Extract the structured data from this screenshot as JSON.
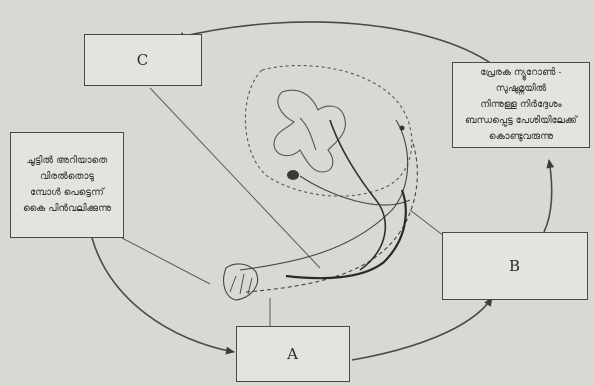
{
  "boxes": {
    "a": {
      "label": "A"
    },
    "b": {
      "label": "B"
    },
    "c": {
      "label": "C"
    }
  },
  "notes": {
    "left": "ചൂട്ടിൽ അറിയാതെ\nവിരൽതൊടു\nമ്പോൾ പെട്ടെന്ന്\nകൈ പിൻവലിക്കുന്നു",
    "right": "പ്രേരക ന്യൂറോൺ - സുഷുമ്നയിൽ\nനിന്നുള്ള നിർദ്ദേശം\nബന്ധപ്പെട്ട പേശിയിലേക്ക്\nകൊണ്ടുവരുന്നു"
  },
  "colors": {
    "background": "#d9d8d2",
    "box_fill": "#e4e3de",
    "line": "#4a4a48"
  }
}
